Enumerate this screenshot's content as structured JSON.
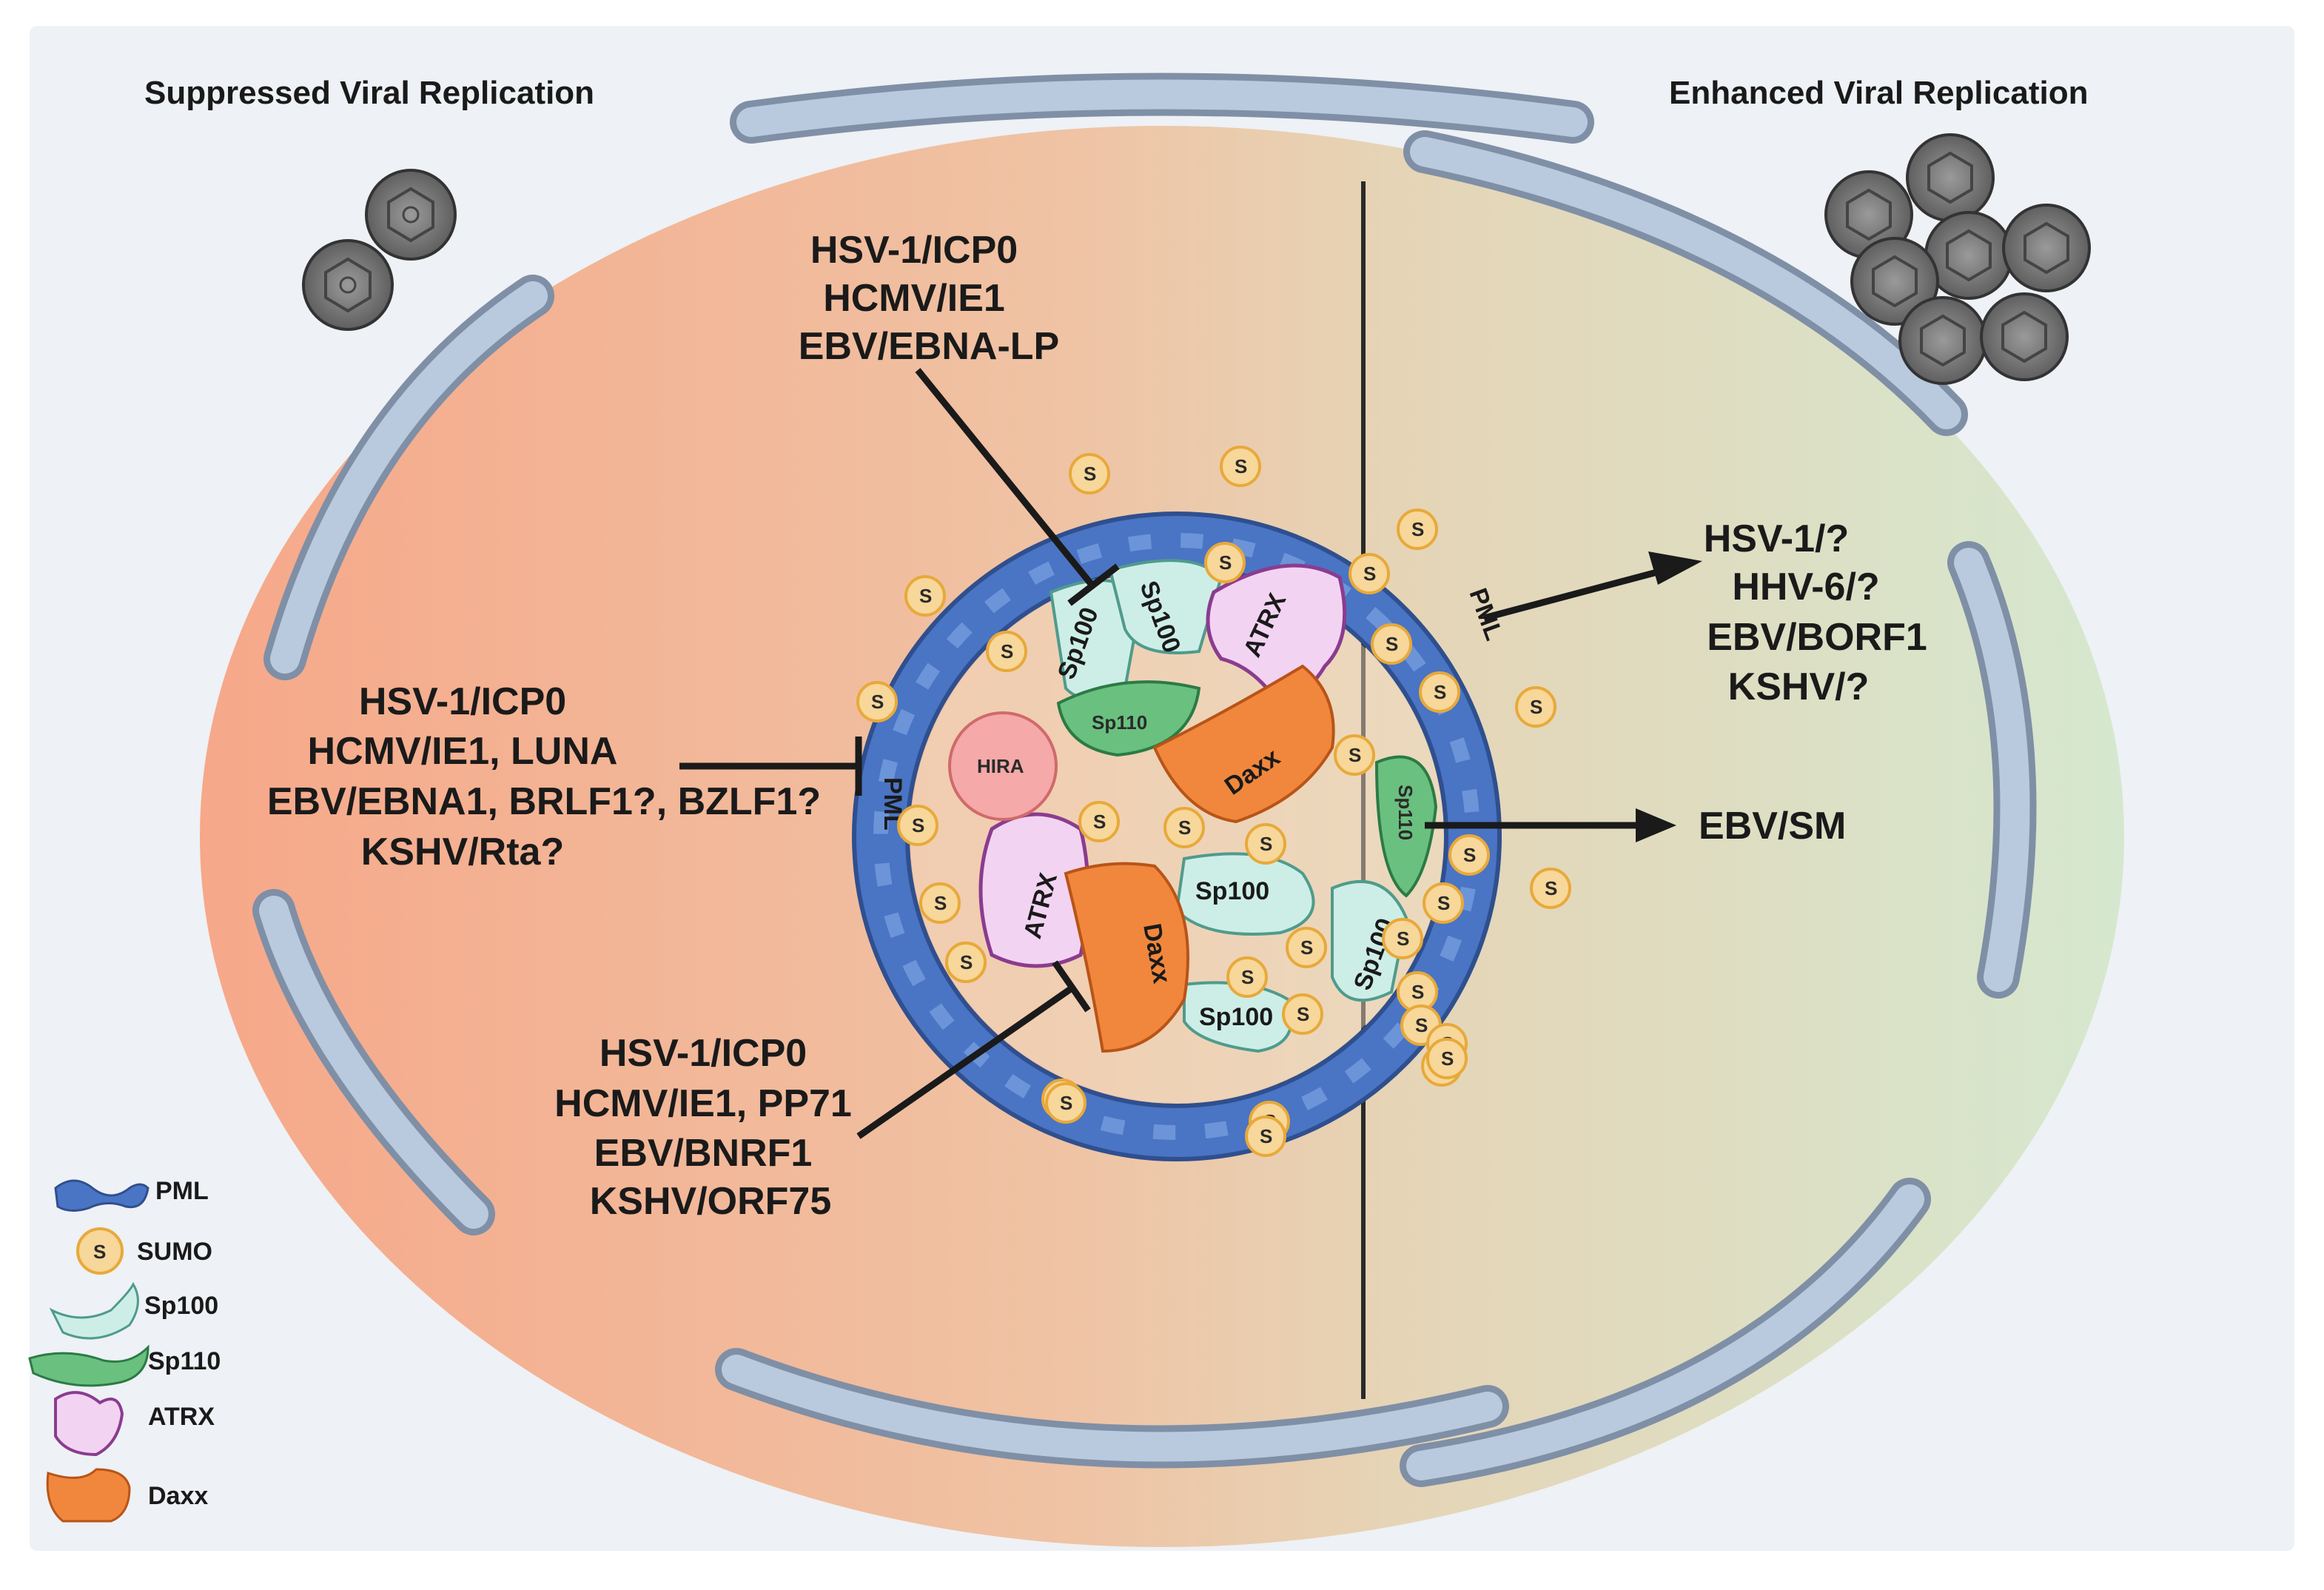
{
  "titles": {
    "left": "Suppressed Viral Replication",
    "right": "Enhanced Viral Replication"
  },
  "top_block": [
    "HSV-1/ICP0",
    "HCMV/IE1",
    "EBV/EBNA-LP"
  ],
  "left_block": [
    "HSV-1/ICP0",
    "HCMV/IE1, LUNA",
    "EBV/EBNA1, BRLF1?, BZLF1?",
    "KSHV/Rta?"
  ],
  "bottom_block": [
    "HSV-1/ICP0",
    "HCMV/IE1, PP71",
    "EBV/BNRF1",
    "KSHV/ORF75"
  ],
  "right_block": [
    "HSV-1/?",
    "HHV-6/?",
    "EBV/BORF1",
    "KSHV/?"
  ],
  "right_single": "EBV/SM",
  "body_labels": {
    "pml": "PML",
    "sumo": "S",
    "sp100": "Sp100",
    "sp110": "Sp110",
    "atrx": "ATRX",
    "daxx": "Daxx",
    "hira": "HIRA"
  },
  "legend": [
    {
      "label": "PML",
      "icon": "pml-icon"
    },
    {
      "label": "SUMO",
      "icon": "sumo-icon"
    },
    {
      "label": "Sp100",
      "icon": "sp100-icon"
    },
    {
      "label": "Sp110",
      "icon": "sp110-icon"
    },
    {
      "label": "ATRX",
      "icon": "atrx-icon"
    },
    {
      "label": "Daxx",
      "icon": "daxx-icon"
    }
  ],
  "colors": {
    "left_fill": "#f4a385",
    "right_fill": "#d7e8cf",
    "envelope": "#b8c8dc",
    "pml": "#4a74c4",
    "sumo": "#f7d79a",
    "sp100": "#cdeee6",
    "sp110": "#6ac07f",
    "atrx": "#f3d3f2",
    "daxx": "#f0873c",
    "hira": "#f5a9a9"
  }
}
